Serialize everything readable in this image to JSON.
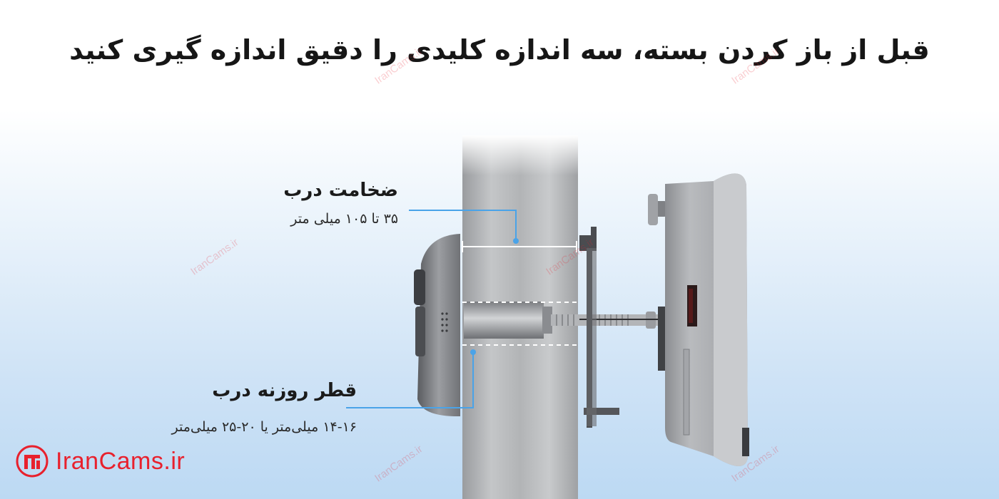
{
  "header": {
    "title": "قبل از باز کردن بسته، سه اندازه کلیدی را دقیق اندازه گیری کنید"
  },
  "labels": {
    "door_thickness": {
      "title": "ضخامت درب",
      "range": "۳۵ تا ۱۰۵ میلی متر"
    },
    "hole_diameter": {
      "title": "قطر روزنه درب",
      "range": "۱۴-۱۶ میلی‌متر یا ۲۰-۲۵ میلی‌متر"
    }
  },
  "brand": {
    "name": "IranCams.ir",
    "watermark": "IranCams.ir",
    "accent": "#e8212d"
  },
  "colors": {
    "accent_line": "#4aa3e8",
    "door": "#a9abae",
    "device_metal": "#8e9093"
  },
  "icons": [
    "brand-logo-icon"
  ]
}
